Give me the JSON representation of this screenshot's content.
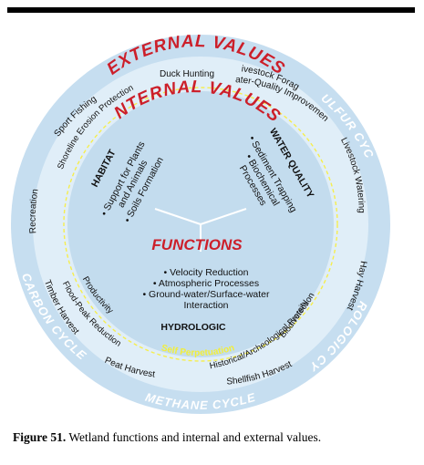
{
  "figure": {
    "caption_label": "Figure 51.",
    "caption_text": "Wetland functions and internal and external values."
  },
  "colors": {
    "outer_ring": "#c6def0",
    "middle_ring": "#e0eef8",
    "core": "#c3dcee",
    "red_heading": "#cc1f2a",
    "outer_ring_text": "#ffffff",
    "dashed_ring": "#f6ee4d",
    "self_perpetuation": "#f2ee3a",
    "text": "#111111"
  },
  "diagram": {
    "cycles": {
      "sulfur": "SULFUR CYCLE",
      "hydrologic": "HYDROLOGIC CYCLE",
      "methane": "METHANE CYCLE",
      "carbon": "CARBON CYCLE"
    },
    "external_heading": "EXTERNAL VALUES",
    "internal_heading": "INTERNAL VALUES",
    "external_values": {
      "duck_hunting": "Duck Hunting",
      "livestock_forage": "Livestock Forage",
      "water_quality_improvement": "Water-Quality Improvement",
      "livestock_watering": "Livestock Watering",
      "hay_harvest": "Hay Harvest",
      "shellfish_harvest": "Shellfish Harvest",
      "peat_harvest": "Peat Harvest",
      "timber_harvest": "Timber Harvest",
      "recreation": "Recreation",
      "sport_fishing": "Sport Fishing"
    },
    "internal_values": {
      "shoreline_erosion_protection": "Shoreline Erosion Protection",
      "flood_peak_reduction": "Flood-Peak Reduction",
      "productivity": "Productivity",
      "historical_archeological_protection": "Historical/Archeological Protection",
      "biodiversity": "Biodiversity",
      "self_perpetuation": "Self Perpetuation"
    },
    "habitat": {
      "heading": "HABITAT",
      "item1_line1": "• Support for Plants",
      "item1_line2": "and Animals",
      "item2": "• Soils Formation"
    },
    "water_quality": {
      "heading": "WATER QUALITY",
      "item1": "• Sediment Trapping",
      "item2_line1": "• Biochemical",
      "item2_line2": "Processes"
    },
    "functions_heading": "FUNCTIONS",
    "hydrologic": {
      "item1": "• Velocity Reduction",
      "item2": "• Atmospheric Processes",
      "item3_line1": "• Ground-water/Surface-water",
      "item3_line2": "Interaction",
      "heading": "HYDROLOGIC"
    }
  }
}
